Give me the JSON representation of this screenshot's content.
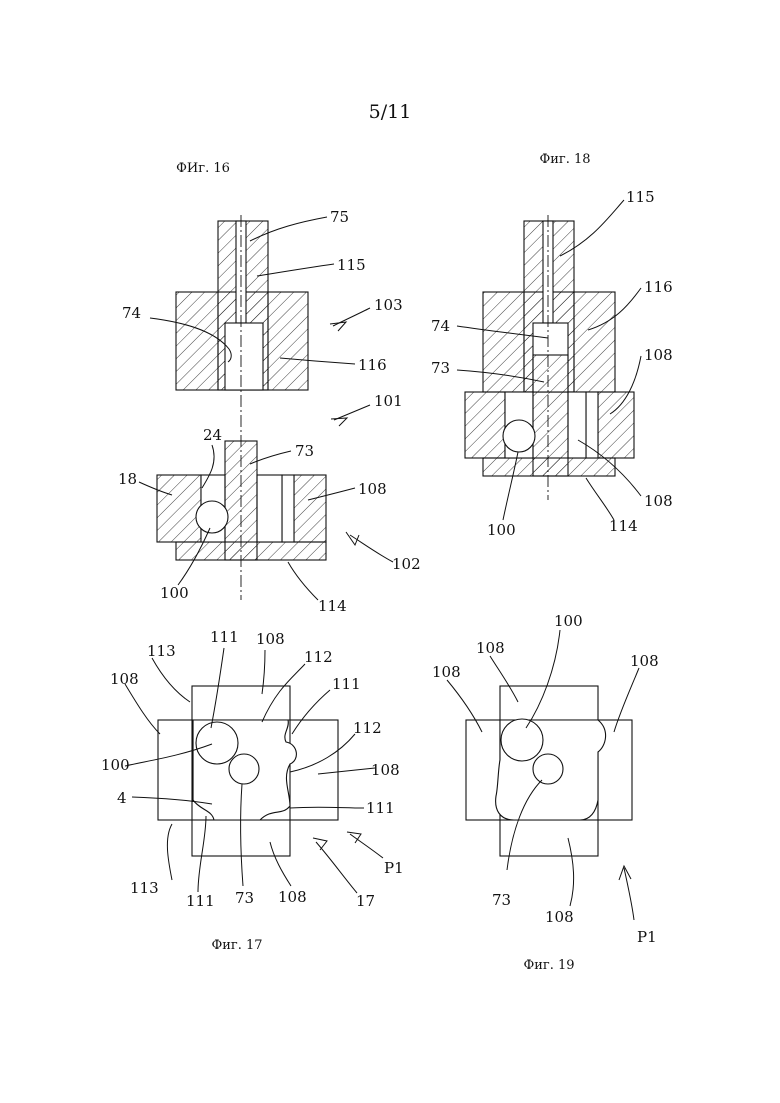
{
  "page_number": "5/11",
  "figures": {
    "fig16": {
      "caption": "ФИг. 16",
      "labels": [
        "75",
        "115",
        "74",
        "103",
        "116",
        "101",
        "24",
        "73",
        "18",
        "108",
        "102",
        "100",
        "114"
      ]
    },
    "fig17": {
      "caption": "Фиг. 17",
      "labels": [
        "111",
        "108",
        "113",
        "112",
        "108",
        "111",
        "112",
        "100",
        "108",
        "4",
        "111",
        "113",
        "P1",
        "111",
        "73",
        "108",
        "17"
      ]
    },
    "fig18": {
      "caption": "Фиг. 18",
      "labels": [
        "115",
        "116",
        "74",
        "108",
        "73",
        "108",
        "100",
        "114"
      ]
    },
    "fig19": {
      "caption": "Фиг. 19",
      "labels": [
        "108",
        "100",
        "108",
        "108",
        "73",
        "108",
        "P1"
      ]
    }
  }
}
